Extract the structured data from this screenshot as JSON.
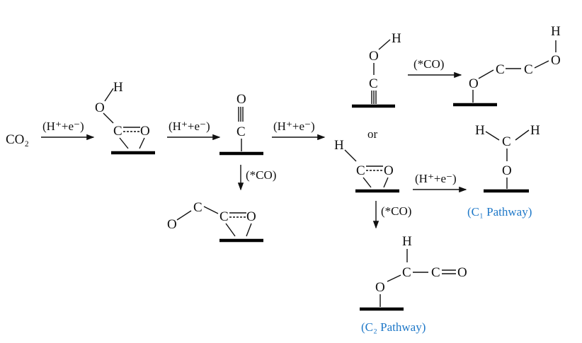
{
  "reactant": "CO₂",
  "steps": {
    "step1": "(H⁺+e⁻)",
    "step2": "(H⁺+e⁻)",
    "step3": "(H⁺+e⁻)",
    "co_coupling_1": "(*CO)",
    "co_coupling_2": "(*CO)",
    "co_coupling_3": "(*CO)",
    "step_c1": "(H⁺+e⁻)"
  },
  "atoms": {
    "C": "C",
    "O": "O",
    "H": "H"
  },
  "or_label": "or",
  "pathways": {
    "c1": "(C₁ Pathway)",
    "c2": "(C₂ Pathway)"
  },
  "colors": {
    "pathway": "#1e78c8"
  }
}
